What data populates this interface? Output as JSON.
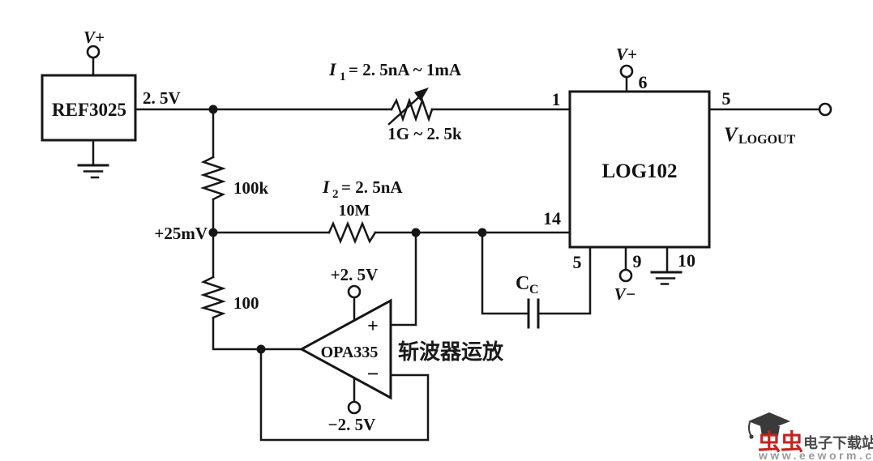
{
  "schematic": {
    "ref3025": {
      "label": "REF3025",
      "supply": "V+",
      "vout": "2. 5V"
    },
    "log102": {
      "label": "LOG102",
      "supply_pos": "V+",
      "supply_neg": "V−",
      "pin_in1": "1",
      "pin_vplus": "6",
      "pin_out": "5",
      "pin_in2": "14",
      "pin_comp": "5",
      "pin_vminus": "9",
      "pin_gnd": "10"
    },
    "opa335": {
      "label": "OPA335",
      "annotation": "斩波器运放",
      "supply_pos": "+2. 5V",
      "supply_neg": "−2. 5V",
      "input_plus": "+",
      "input_minus": "−"
    },
    "r_var": {
      "value": "1G ~ 2. 5k"
    },
    "r_100k": {
      "value": "100k"
    },
    "r_10m": {
      "value": "10M"
    },
    "r_100": {
      "value": "100"
    },
    "cap": {
      "sym": "C",
      "sub": "C"
    },
    "i1": {
      "sym": "I",
      "sub": "1",
      "eq": "= 2. 5nA ~ 1mA"
    },
    "i2": {
      "sym": "I",
      "sub": "2",
      "eq": "= 2. 5nA"
    },
    "node_mid": "+25mV",
    "vout": {
      "sym": "V",
      "sub": "LOGOUT"
    }
  },
  "watermark": {
    "brand": "虫虫",
    "site": "电子下载站",
    "url": "www.eeworm.com",
    "brand_color": "#c32420",
    "site_color": "#4a4a4a",
    "url_color": "#9a9a9a"
  }
}
